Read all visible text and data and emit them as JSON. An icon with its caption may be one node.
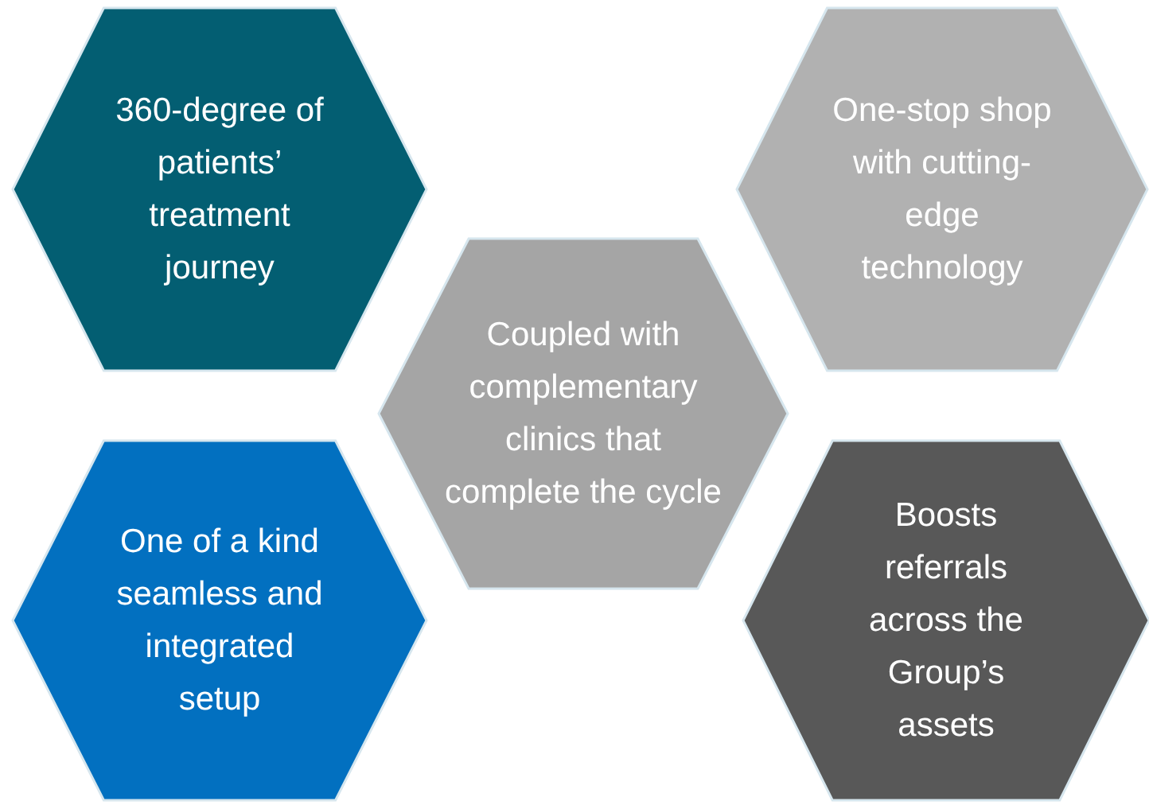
{
  "diagram": {
    "nodes": [
      {
        "text": [
          "360-degree of patients’ treatment journey"
        ]
      },
      {
        "text": [
          "One-stop shop with cutting-edge technology"
        ]
      },
      {
        "text": [
          "Coupled with complementary clinics that complete the cycle"
        ]
      },
      {
        "text": [
          "One of a kind seamless and integrated setup"
        ]
      },
      {
        "text": [
          "Boosts referrals across the Group’s assets"
        ]
      }
    ]
  }
}
